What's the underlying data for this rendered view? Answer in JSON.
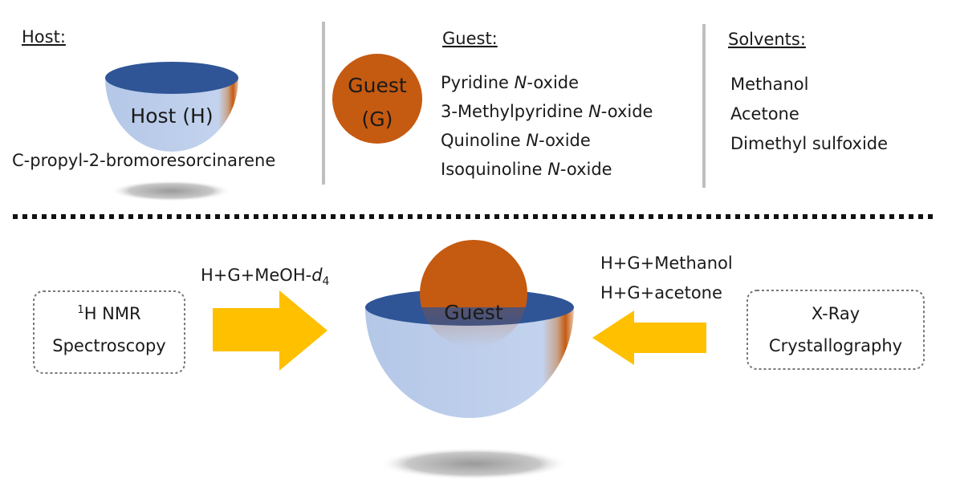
{
  "host": {
    "heading": "Host:",
    "bowl_label": "Host (H)",
    "name": "C-propyl-2-bromoresorcinarene"
  },
  "guest": {
    "heading": "Guest:",
    "circle_line1": "Guest",
    "circle_line2": "(G)",
    "items": [
      {
        "prefix": "Pyridine ",
        "italic": "N",
        "suffix": "-oxide"
      },
      {
        "prefix": "3-Methylpyridine ",
        "italic": "N",
        "suffix": "-oxide"
      },
      {
        "prefix": "Quinoline ",
        "italic": "N",
        "suffix": "-oxide"
      },
      {
        "prefix": "Isoquinoline ",
        "italic": "N",
        "suffix": "-oxide"
      }
    ]
  },
  "solvents": {
    "heading": "Solvents:",
    "items": [
      "Methanol",
      "Acetone",
      "Dimethyl sulfoxide"
    ]
  },
  "bottom": {
    "nmr_box": {
      "sup": "1",
      "line1": "H NMR",
      "line2": "Spectroscopy"
    },
    "nmr_condition": {
      "prefix": "H+G+MeOH-",
      "italic": "d",
      "sub": "4"
    },
    "complex_label": "Guest",
    "xray_conditions": [
      "H+G+Methanol",
      "H+G+acetone"
    ],
    "xray_box": {
      "line1": "X-Ray",
      "line2": "Crystallography"
    }
  },
  "colors": {
    "bowl_rim": "#2f5597",
    "bowl_body": "#b8cbea",
    "guest": "#c55a11",
    "arrow": "#ffc000",
    "divider": "#bfbfbf"
  }
}
